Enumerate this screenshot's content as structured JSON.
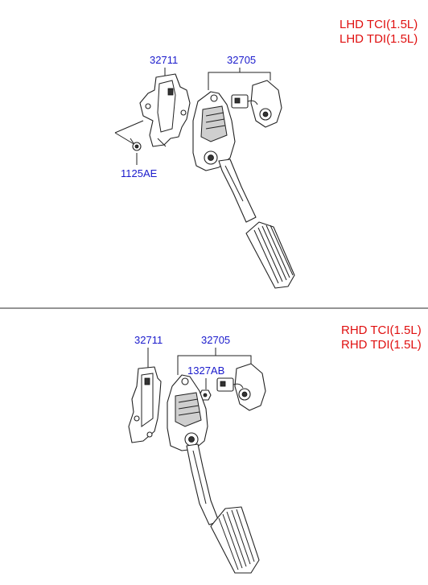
{
  "diagrams": [
    {
      "variant_lines": [
        "LHD TCI(1.5L)",
        "LHD TDI(1.5L)"
      ],
      "labels": {
        "bracket": "32711",
        "pedal_assembly": "32705",
        "bolt": "1125AE"
      }
    },
    {
      "variant_lines": [
        "RHD TCI(1.5L)",
        "RHD TDI(1.5L)"
      ],
      "labels": {
        "bracket": "32711",
        "pedal_assembly": "32705",
        "nut": "1327AB"
      }
    }
  ],
  "colors": {
    "part_number_text": "#1a1acc",
    "variant_text": "#e01010",
    "line_art": "#222222",
    "divider": "#555555"
  }
}
